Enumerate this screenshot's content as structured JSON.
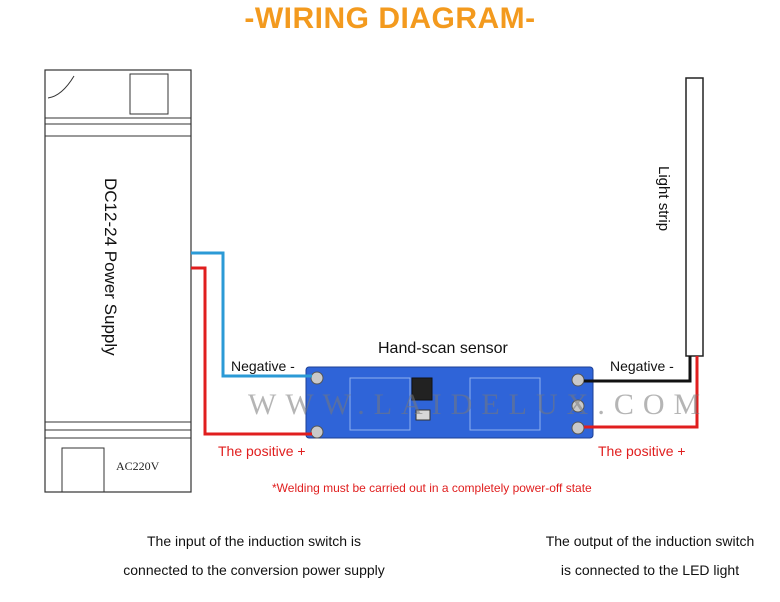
{
  "title": "-WIRING DIAGRAM-",
  "colors": {
    "title": "#f39a1e",
    "negative_wire": "#2b9ad6",
    "positive_wire": "#e01e1e",
    "ground_wire": "#111111",
    "pcb": "#2f64d8",
    "note": "#e01e1e"
  },
  "power_supply": {
    "label": "DC12-24 Power Supply",
    "input_label": "AC220V"
  },
  "light_strip": {
    "label": "Light strip"
  },
  "sensor": {
    "label": "Hand-scan sensor",
    "watermark": "WWW.LAIDELUX.COM"
  },
  "left_wires": {
    "negative": "Negative -",
    "positive": "The positive +"
  },
  "right_wires": {
    "negative": "Negative -",
    "positive": "The positive +"
  },
  "warning": "*Welding must be carried out in a completely power-off state",
  "captions": {
    "left": [
      "The input of the induction switch is",
      "connected to the conversion power supply"
    ],
    "right": [
      "The output of the induction switch",
      "is connected to the LED light"
    ]
  }
}
